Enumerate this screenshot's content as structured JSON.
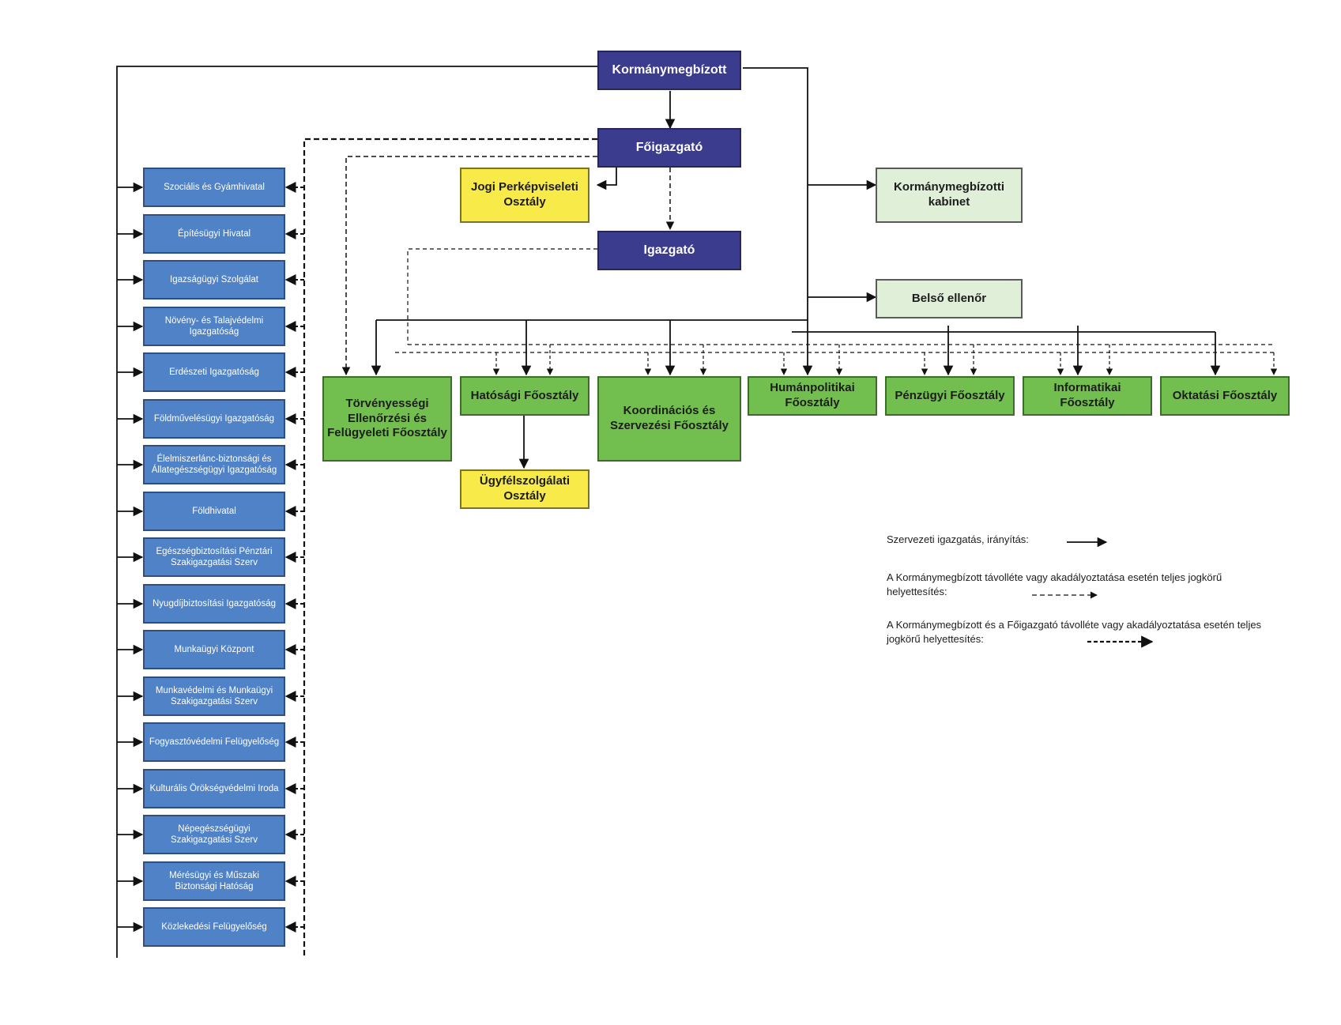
{
  "top": {
    "kormanymegbizott": "Kormánymegbízott",
    "foigazgato": "Főigazgató",
    "igazgato": "Igazgató"
  },
  "side": {
    "jogi": "Jogi Perképviseleti Osztály",
    "kabinet": "Kormánymegbízotti kabinet",
    "belso": "Belső ellenőr",
    "ugyfel": "Ügyfélszolgálati Osztály"
  },
  "departments": [
    "Törvényességi Ellenőrzési és Felügyeleti Főosztály",
    "Hatósági Főosztály",
    "Koordinációs és Szervezési Főosztály",
    "Humánpolitikai Főosztály",
    "Pénzügyi Főosztály",
    "Informatikai Főosztály",
    "Oktatási Főosztály"
  ],
  "offices": [
    "Szociális és Gyámhivatal",
    "Építésügyi Hivatal",
    "Igazságügyi Szolgálat",
    "Növény- és Talajvédelmi Igazgatóság",
    "Erdészeti Igazgatóság",
    "Földművelésügyi Igazgatóság",
    "Élelmiszerlánc-biztonsági és Állategészségügyi Igazgatóság",
    "Földhivatal",
    "Egészségbiztosítási Pénztári Szakigazgatási Szerv",
    "Nyugdíjbiztosítási Igazgatóság",
    "Munkaügyi Központ",
    "Munkavédelmi és Munkaügyi Szakigazgatási Szerv",
    "Fogyasztóvédelmi Felügyelőség",
    "Kulturális Örökségvédelmi Iroda",
    "Népegészségügyi Szakigazgatási Szerv",
    "Mérésügyi és Műszaki Biztonsági Hatóság",
    "Közlekedési Felügyelőség"
  ],
  "legend": {
    "solid": "Szervezeti igazgatás, irányítás:",
    "dashed": "A Kormánymegbízott távolléte vagy akadályoztatása esetén teljes jogkörű helyettesítés:",
    "bold_dashed": "A Kormánymegbízott és a Főigazgató távolléte vagy akadályoztatása esetén teljes jogkörű helyettesítés:"
  },
  "colors": {
    "navy": "#3c3c8f",
    "blue": "#4f82c6",
    "green": "#72bf4f",
    "yellow": "#f7ea49",
    "pale_green": "#e0efd8"
  }
}
